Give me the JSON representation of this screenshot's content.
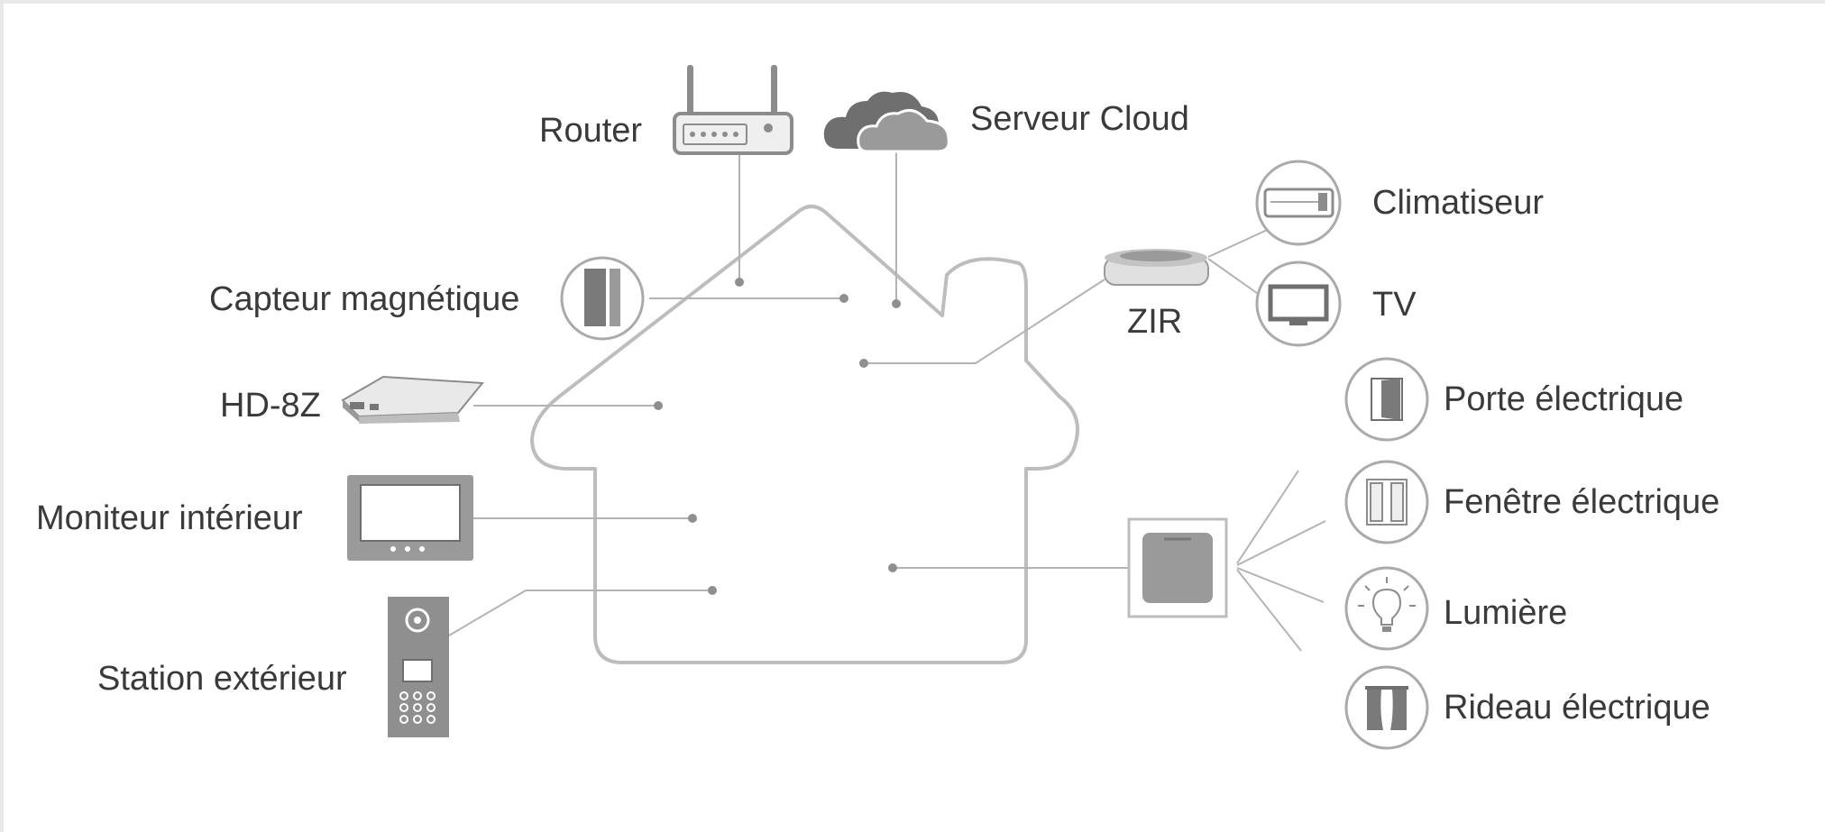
{
  "labels": {
    "router": "Router",
    "cloud": "Serveur Cloud",
    "capteur": "Capteur magnétique",
    "hd8z": "HD-8Z",
    "moniteur": "Moniteur intérieur",
    "station": "Station extérieur",
    "zir": "ZIR",
    "climatiseur": "Climatiseur",
    "tv": "TV",
    "porte": "Porte électrique",
    "fenetre": "Fenêtre électrique",
    "lumiere": "Lumière",
    "rideau": "Rideau électrique"
  },
  "icons": [
    "router-icon",
    "cloud-icon",
    "magnetic-sensor-icon",
    "hd8z-gateway-icon",
    "indoor-monitor-icon",
    "outdoor-station-icon",
    "zir-sensor-icon",
    "air-conditioner-icon",
    "tv-icon",
    "relay-module-icon",
    "electric-door-icon",
    "electric-window-icon",
    "light-bulb-icon",
    "curtain-icon"
  ],
  "colors": {
    "line": "#b3b3b3",
    "house": "#bdbdbd",
    "icon": "#8c8c8c",
    "text": "#3a3a3a"
  }
}
